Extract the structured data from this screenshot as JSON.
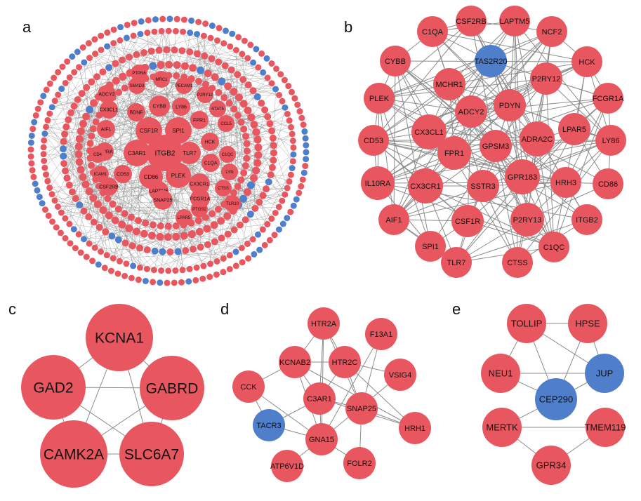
{
  "colors": {
    "red": "#e8575f",
    "blue": "#4f7fca",
    "edge": "#8c8c8c"
  },
  "panels": [
    {
      "letter": "a",
      "nodes": [
        {
          "label": "ITGB2",
          "color": "red"
        },
        {
          "label": "C3AR1",
          "color": "red"
        },
        {
          "label": "CSF1R",
          "color": "red"
        },
        {
          "label": "SPI1",
          "color": "red"
        },
        {
          "label": "TLR7",
          "color": "red"
        },
        {
          "label": "PLEK",
          "color": "red"
        },
        {
          "label": "CD86",
          "color": "red"
        },
        {
          "label": "CYBB",
          "color": "red"
        },
        {
          "label": "AIF1",
          "color": "red"
        },
        {
          "label": "IL10RA",
          "color": "red"
        },
        {
          "label": "BDNF",
          "color": "red"
        },
        {
          "label": "LY86",
          "color": "red"
        },
        {
          "label": "HCK",
          "color": "red"
        },
        {
          "label": "C1QA",
          "color": "red"
        },
        {
          "label": "CX3CR1",
          "color": "red"
        },
        {
          "label": "FPR1",
          "color": "red"
        },
        {
          "label": "C1QC",
          "color": "red"
        },
        {
          "label": "CTSS",
          "color": "red"
        },
        {
          "label": "CD53",
          "color": "red"
        },
        {
          "label": "ICAM1",
          "color": "red"
        },
        {
          "label": "CD4",
          "color": "red"
        },
        {
          "label": "LAPTM5",
          "color": "red"
        },
        {
          "label": "SNAP25",
          "color": "red"
        },
        {
          "label": "FCGR1A",
          "color": "red"
        },
        {
          "label": "CSF2RB",
          "color": "red"
        },
        {
          "label": "ADCY2",
          "color": "red"
        },
        {
          "label": "CX3CL1",
          "color": "red"
        },
        {
          "label": "SMAD3",
          "color": "red"
        },
        {
          "label": "MRC1",
          "color": "red"
        },
        {
          "label": "PECAM1",
          "color": "red"
        },
        {
          "label": "PTPN6",
          "color": "red"
        },
        {
          "label": "P2RY12",
          "color": "red"
        },
        {
          "label": "PTGS2",
          "color": "red"
        },
        {
          "label": "LPAR5",
          "color": "red"
        },
        {
          "label": "LYN",
          "color": "red"
        },
        {
          "label": "TLR10",
          "color": "red"
        },
        {
          "label": "CCL5",
          "color": "red"
        },
        {
          "label": "STAT5",
          "color": "red"
        }
      ]
    },
    {
      "letter": "b",
      "nodes": [
        {
          "label": "CSF2RB",
          "color": "red"
        },
        {
          "label": "LAPTM5",
          "color": "red"
        },
        {
          "label": "NCF2",
          "color": "red"
        },
        {
          "label": "C1QA",
          "color": "red"
        },
        {
          "label": "TAS2R20",
          "color": "blue"
        },
        {
          "label": "CYBB",
          "color": "red"
        },
        {
          "label": "HCK",
          "color": "red"
        },
        {
          "label": "MCHR1",
          "color": "red"
        },
        {
          "label": "P2RY12",
          "color": "red"
        },
        {
          "label": "PLEK",
          "color": "red"
        },
        {
          "label": "FCGR1A",
          "color": "red"
        },
        {
          "label": "ADCY2",
          "color": "red"
        },
        {
          "label": "PDYN",
          "color": "red"
        },
        {
          "label": "CX3CL1",
          "color": "red"
        },
        {
          "label": "LPAR5",
          "color": "red"
        },
        {
          "label": "ADRA2C",
          "color": "red"
        },
        {
          "label": "CD53",
          "color": "red"
        },
        {
          "label": "GPSM3",
          "color": "red"
        },
        {
          "label": "LY86",
          "color": "red"
        },
        {
          "label": "FPR1",
          "color": "red"
        },
        {
          "label": "IL10RA",
          "color": "red"
        },
        {
          "label": "CX3CR1",
          "color": "red"
        },
        {
          "label": "SSTR3",
          "color": "red"
        },
        {
          "label": "GPR183",
          "color": "red"
        },
        {
          "label": "HRH3",
          "color": "red"
        },
        {
          "label": "CD86",
          "color": "red"
        },
        {
          "label": "AIF1",
          "color": "red"
        },
        {
          "label": "CSF1R",
          "color": "red"
        },
        {
          "label": "P2RY13",
          "color": "red"
        },
        {
          "label": "ITGB2",
          "color": "red"
        },
        {
          "label": "SPI1",
          "color": "red"
        },
        {
          "label": "C1QC",
          "color": "red"
        },
        {
          "label": "TLR7",
          "color": "red"
        },
        {
          "label": "CTSS",
          "color": "red"
        }
      ]
    },
    {
      "letter": "c",
      "nodes": [
        {
          "label": "KCNA1",
          "color": "red"
        },
        {
          "label": "GAD2",
          "color": "red"
        },
        {
          "label": "GABRD",
          "color": "red"
        },
        {
          "label": "CAMK2A",
          "color": "red"
        },
        {
          "label": "SLC6A7",
          "color": "red"
        }
      ]
    },
    {
      "letter": "d",
      "nodes": [
        {
          "label": "HTR2A",
          "color": "red"
        },
        {
          "label": "F13A1",
          "color": "red"
        },
        {
          "label": "KCNAB2",
          "color": "red"
        },
        {
          "label": "HTR2C",
          "color": "red"
        },
        {
          "label": "VSIG4",
          "color": "red"
        },
        {
          "label": "CCK",
          "color": "red"
        },
        {
          "label": "C3AR1",
          "color": "red"
        },
        {
          "label": "SNAP25",
          "color": "red"
        },
        {
          "label": "TACR3",
          "color": "blue"
        },
        {
          "label": "GNA15",
          "color": "red"
        },
        {
          "label": "HRH1",
          "color": "red"
        },
        {
          "label": "ATP6V1D",
          "color": "red"
        },
        {
          "label": "FOLR2",
          "color": "red"
        }
      ]
    },
    {
      "letter": "e",
      "nodes": [
        {
          "label": "TOLLIP",
          "color": "red"
        },
        {
          "label": "HPSE",
          "color": "red"
        },
        {
          "label": "NEU1",
          "color": "red"
        },
        {
          "label": "JUP",
          "color": "blue"
        },
        {
          "label": "CEP290",
          "color": "blue"
        },
        {
          "label": "MERTK",
          "color": "red"
        },
        {
          "label": "TMEM119",
          "color": "red"
        },
        {
          "label": "GPR34",
          "color": "red"
        }
      ]
    }
  ]
}
